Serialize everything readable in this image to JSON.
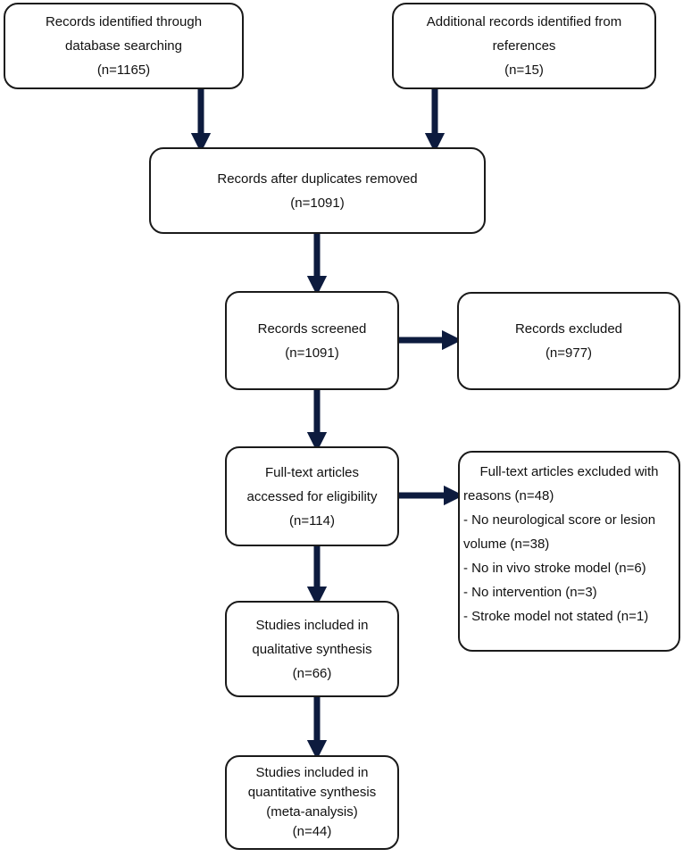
{
  "colors": {
    "arrow": "#0d1b3e",
    "border": "#1a1a1a",
    "text": "#111111"
  },
  "boxes": {
    "identified_db": {
      "lines": [
        "Records identified through",
        "database searching",
        "(n=1165)"
      ]
    },
    "identified_refs": {
      "lines": [
        "Additional records identified from",
        "references",
        "(n=15)"
      ]
    },
    "after_duplicates": {
      "lines": [
        "Records after duplicates removed",
        "(n=1091)"
      ]
    },
    "screened": {
      "lines": [
        "Records screened",
        "(n=1091)"
      ]
    },
    "excluded": {
      "lines": [
        "Records excluded",
        "(n=977)"
      ]
    },
    "fulltext": {
      "lines": [
        "Full-text articles",
        "accessed for eligibility",
        "(n=114)"
      ]
    },
    "fulltext_excluded": {
      "lines": [
        "Full-text articles excluded with",
        "reasons (n=48)",
        "- No neurological score or lesion",
        "volume (n=38)",
        "- No in vivo stroke model (n=6)",
        "- No intervention (n=3)",
        "- Stroke model not stated (n=1)"
      ]
    },
    "qualitative": {
      "lines": [
        "Studies included in",
        "qualitative synthesis",
        "(n=66)"
      ]
    },
    "quantitative": {
      "lines": [
        "Studies included in",
        "quantitative synthesis",
        "(meta-analysis)",
        "(n=44)"
      ]
    }
  }
}
